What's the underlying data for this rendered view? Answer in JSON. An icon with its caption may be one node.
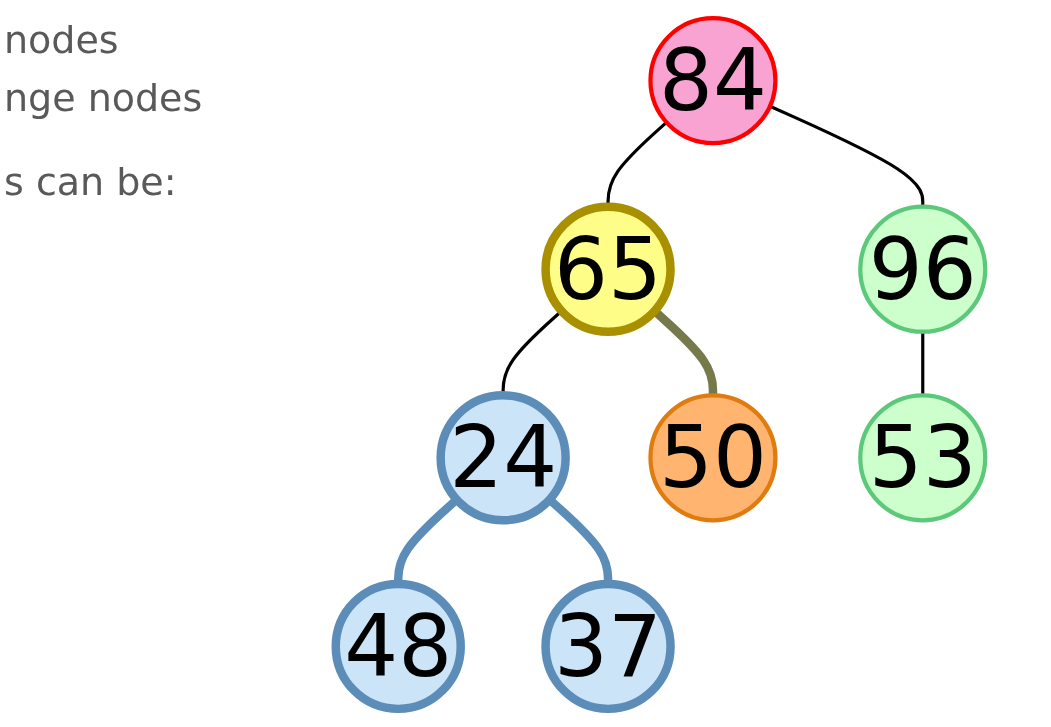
{
  "diagram": {
    "nodes": [
      {
        "text": [
          "84"
        ]
      },
      {
        "text": [
          "65"
        ]
      },
      {
        "text": [
          "96"
        ]
      },
      {
        "text": [
          "24"
        ]
      },
      {
        "text": [
          "50"
        ]
      },
      {
        "text": [
          "53"
        ]
      },
      {
        "text": [
          "48"
        ]
      },
      {
        "text": [
          "37"
        ]
      }
    ],
    "edges": [
      {
        "from": 0,
        "to": 1,
        "arrow": "none"
      },
      {
        "from": 0,
        "to": 2,
        "arrow": "none"
      },
      {
        "from": 1,
        "to": 3,
        "arrow": "none"
      },
      {
        "from": 1,
        "to": 4,
        "arrow": "none",
        "style": "thick",
        "color": "#76794a"
      },
      {
        "from": 2,
        "to": 5,
        "arrow": "none"
      },
      {
        "from": 3,
        "to": 6,
        "arrow": "none",
        "style": "thick",
        "color": "#5b8db8"
      },
      {
        "from": 3,
        "to": 7,
        "arrow": "none",
        "style": "thick",
        "color": "#5b8db8"
      }
    ],
    "labels": [
      "nodes",
      "nge nodes",
      "s can be:"
    ]
  }
}
